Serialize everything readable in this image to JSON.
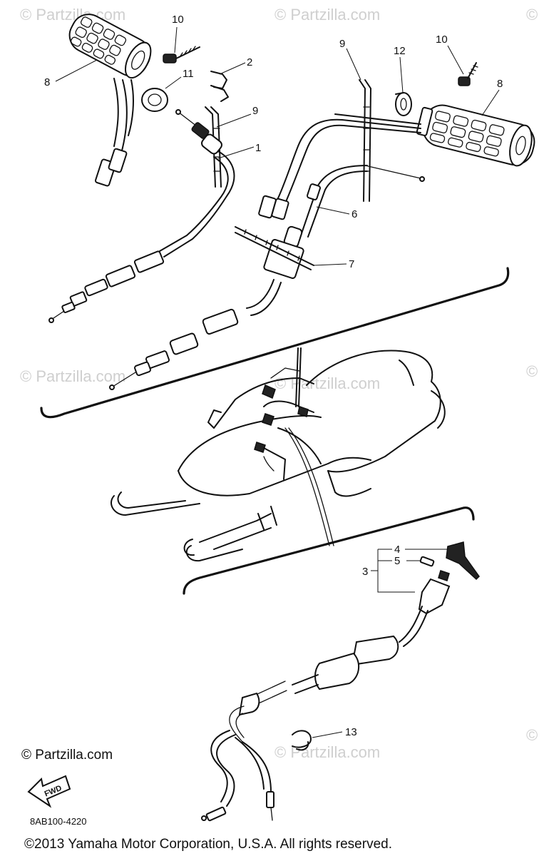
{
  "callouts": [
    {
      "id": "c10a",
      "label": "10"
    },
    {
      "id": "c2",
      "label": "2"
    },
    {
      "id": "c8a",
      "label": "8"
    },
    {
      "id": "c11",
      "label": "11"
    },
    {
      "id": "c9a",
      "label": "9"
    },
    {
      "id": "c1",
      "label": "1"
    },
    {
      "id": "c9b",
      "label": "9"
    },
    {
      "id": "c12",
      "label": "12"
    },
    {
      "id": "c10b",
      "label": "10"
    },
    {
      "id": "c8b",
      "label": "8"
    },
    {
      "id": "c6",
      "label": "6"
    },
    {
      "id": "c7",
      "label": "7"
    },
    {
      "id": "c4",
      "label": "4"
    },
    {
      "id": "c5",
      "label": "5"
    },
    {
      "id": "c3",
      "label": "3"
    },
    {
      "id": "c13",
      "label": "13"
    }
  ],
  "watermark": "© Partzilla.com",
  "brand_copyright": "© Partzilla.com",
  "fwd_label": "FWD",
  "diagram_code": "8AB100-4220",
  "footer_copyright": "©2013  Yamaha Motor Corporation, U.S.A. All rights reserved.",
  "colors": {
    "ink": "#111111",
    "watermark": "#cfcfcf",
    "background": "#ffffff"
  }
}
